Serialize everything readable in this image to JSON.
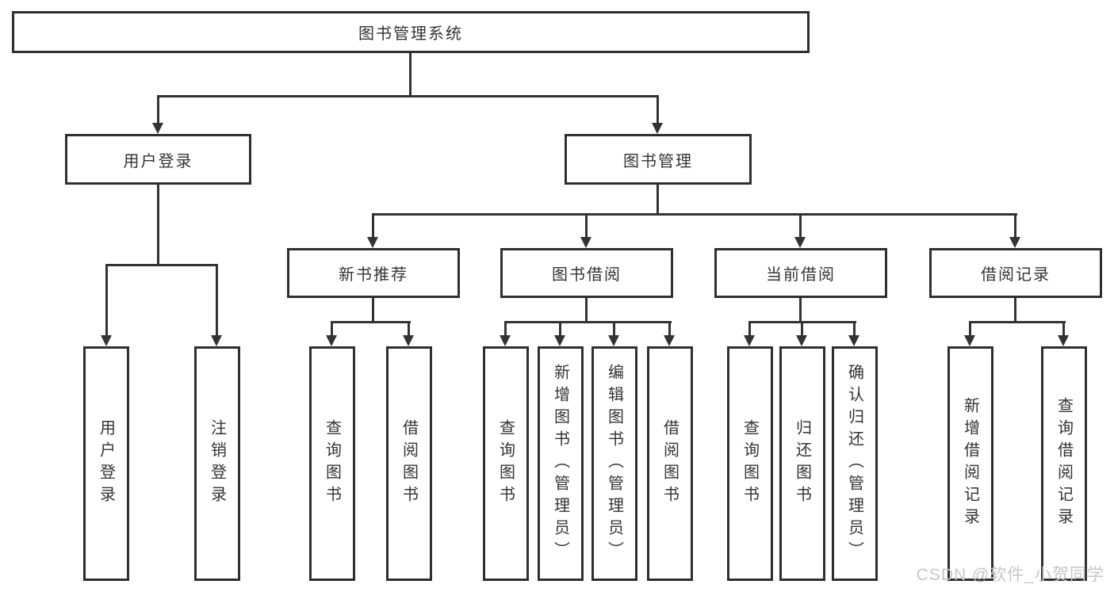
{
  "tree": {
    "root": {
      "label": "图书管理系统"
    },
    "user_login": {
      "label": "用户登录",
      "children": [
        {
          "label": "用户登录"
        },
        {
          "label": "注销登录"
        }
      ]
    },
    "book_mgmt": {
      "label": "图书管理",
      "modules": [
        {
          "label": "新书推荐",
          "children": [
            {
              "label": "查询图书"
            },
            {
              "label": "借阅图书"
            }
          ]
        },
        {
          "label": "图书借阅",
          "children": [
            {
              "label": "查询图书"
            },
            {
              "label": "新增图书（管理员）"
            },
            {
              "label": "编辑图书（管理员）"
            },
            {
              "label": "借阅图书"
            }
          ]
        },
        {
          "label": "当前借阅",
          "children": [
            {
              "label": "查询图书"
            },
            {
              "label": "归还图书"
            },
            {
              "label": "确认归还（管理员）"
            }
          ]
        },
        {
          "label": "借阅记录",
          "children": [
            {
              "label": "新增借阅记录"
            },
            {
              "label": "查询借阅记录"
            }
          ]
        }
      ]
    }
  },
  "watermark": {
    "text": "CSDN @软件_小贺同学"
  },
  "colors": {
    "line": "#333333",
    "border": "#2f2f2f",
    "box_background": "#ffffff",
    "text": "#333333",
    "watermark": "#c6c6c6"
  }
}
